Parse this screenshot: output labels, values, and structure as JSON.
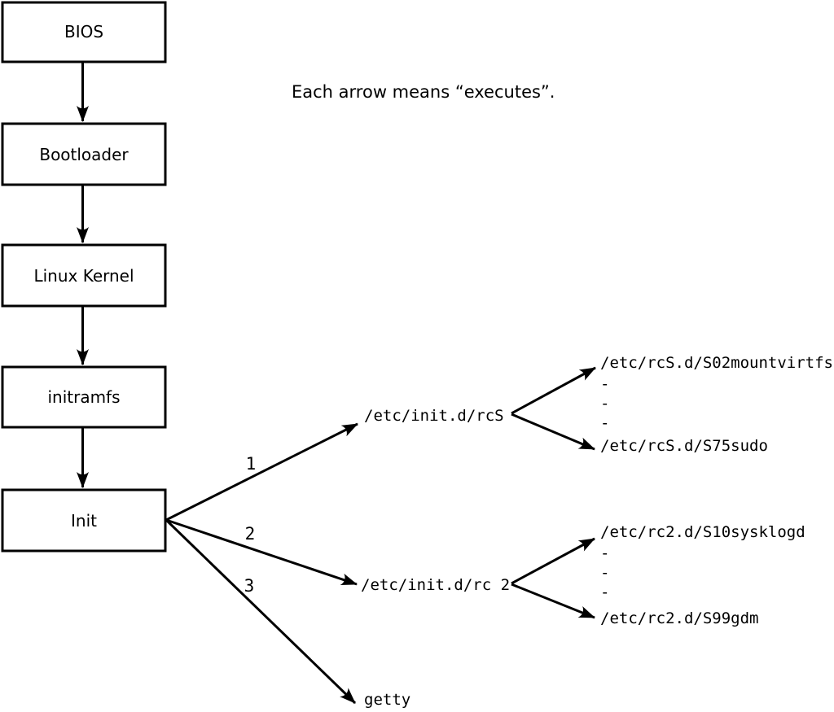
{
  "diagram": {
    "title_note": "Each arrow means “executes”.",
    "colors": {
      "ink": "#000000",
      "paper": "#ffffff",
      "box_fill": "#ffffff"
    },
    "chain": [
      {
        "label": "BIOS"
      },
      {
        "label": "Bootloader"
      },
      {
        "label": "Linux Kernel"
      },
      {
        "label": "initramfs"
      },
      {
        "label": "Init"
      }
    ],
    "init_branches": [
      {
        "number": "1",
        "target": "/etc/init.d/rcS",
        "children": [
          "/etc/rcS.d/S02mountvirtfs",
          "-",
          "-",
          "-",
          "/etc/rcS.d/S75sudo"
        ]
      },
      {
        "number": "2",
        "target": "/etc/init.d/rc 2",
        "children": [
          "/etc/rc2.d/S10sysklogd",
          "-",
          "-",
          "-",
          "/etc/rc2.d/S99gdm"
        ]
      },
      {
        "number": "3",
        "target": "getty",
        "children": []
      }
    ]
  }
}
